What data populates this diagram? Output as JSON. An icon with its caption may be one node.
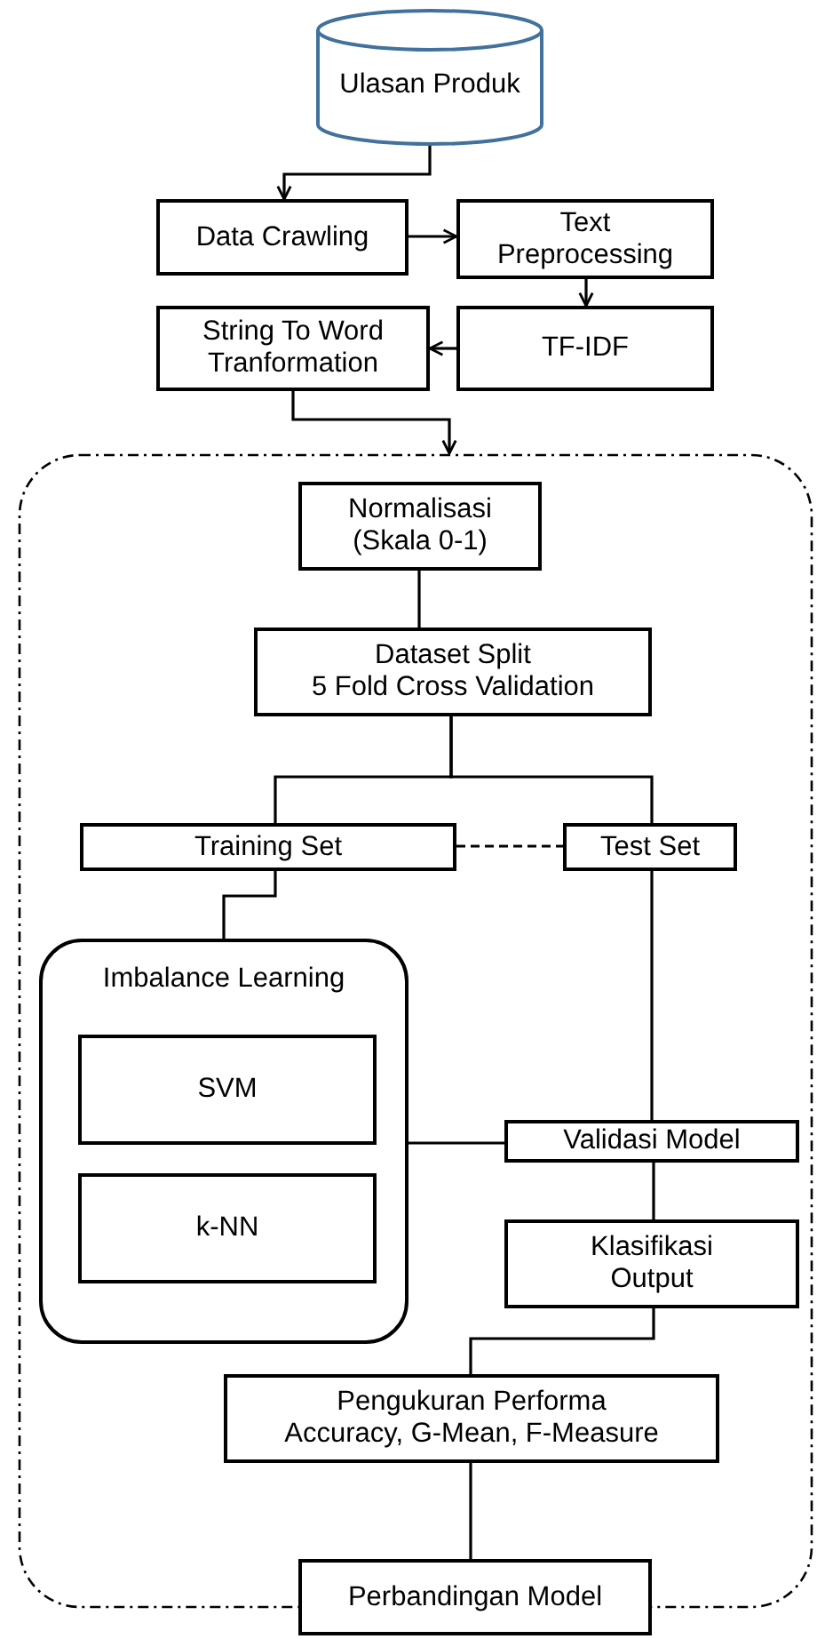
{
  "diagram": {
    "nodes": [
      {
        "text": [
          "Ulasan Produk"
        ]
      },
      {
        "text": [
          "Data Crawling"
        ]
      },
      {
        "text": [
          "Text Preprocessing"
        ]
      },
      {
        "text": [
          "TF-IDF"
        ]
      },
      {
        "text": [
          "String To Word Tranformation"
        ]
      },
      {
        "text": [],
        "shape": "box"
      },
      {
        "text": [
          "Normalisasi",
          "(Skala 0-1)"
        ],
        "in": 5
      },
      {
        "text": [
          "Dataset Split",
          "5 Fold Cross Validation"
        ],
        "in": 5
      },
      {
        "text": [
          "Training Set"
        ],
        "in": 5
      },
      {
        "text": [
          "Test Set"
        ],
        "in": 5
      },
      {
        "text": [
          "Imbalance Learning"
        ],
        "in": 5
      },
      {
        "text": [
          "SVM"
        ],
        "in": 10
      },
      {
        "text": [
          "k-NN"
        ],
        "in": 10
      },
      {
        "text": [
          "Validasi Model"
        ],
        "in": 5
      },
      {
        "text": [
          "Klasifikasi Output"
        ],
        "in": 5
      },
      {
        "text": [
          "Pengukuran Performa",
          "Accuracy, G-Mean, F-Measure"
        ],
        "in": 5
      },
      {
        "text": [
          "Perbandingan Model"
        ]
      }
    ],
    "edges": [
      {
        "from": 0,
        "to": 1,
        "arrow": "to"
      },
      {
        "from": 1,
        "to": 2,
        "arrow": "to"
      },
      {
        "from": 2,
        "to": 3,
        "arrow": "to"
      },
      {
        "from": 3,
        "to": 4,
        "arrow": "to"
      },
      {
        "from": 4,
        "to": 5,
        "arrow": "to"
      },
      {
        "from": 6,
        "to": 7,
        "arrow": "none"
      },
      {
        "from": 7,
        "to": 8,
        "arrow": "none"
      },
      {
        "from": 7,
        "to": 9,
        "arrow": "none"
      },
      {
        "from": 8,
        "to": 9,
        "arrow": "none",
        "style": "dashed"
      },
      {
        "from": 8,
        "to": 10,
        "arrow": "none"
      },
      {
        "from": 10,
        "to": 13,
        "arrow": "none"
      },
      {
        "from": 9,
        "to": 13,
        "arrow": "none"
      },
      {
        "from": 13,
        "to": 14,
        "arrow": "none"
      },
      {
        "from": 14,
        "to": 15,
        "arrow": "none"
      },
      {
        "from": 15,
        "to": 16,
        "arrow": "none"
      }
    ]
  }
}
